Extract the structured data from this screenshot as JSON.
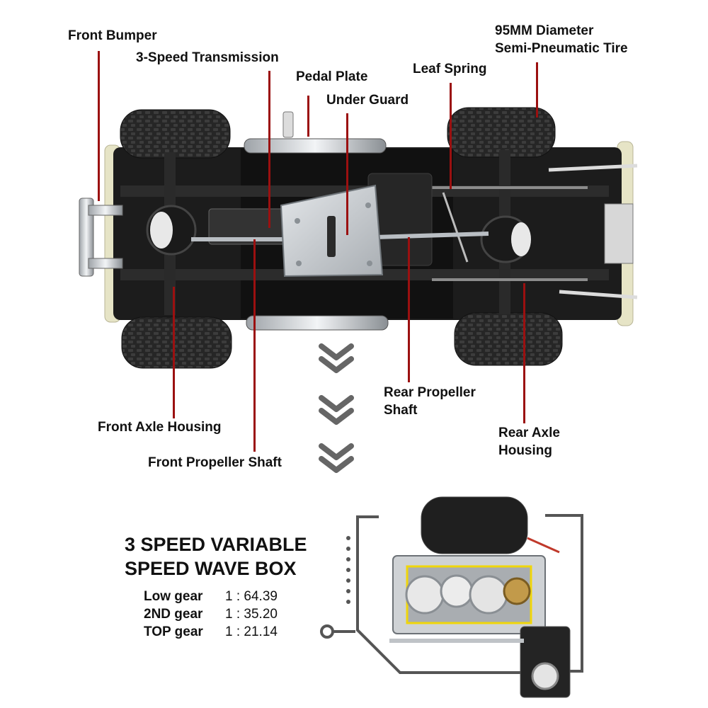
{
  "callouts": {
    "front_bumper": "Front Bumper",
    "transmission": "3-Speed Transmission",
    "pedal_plate": "Pedal Plate",
    "under_guard": "Under Guard",
    "leaf_spring": "Leaf Spring",
    "tire_line1": "95MM Diameter",
    "tire_line2": "Semi-Pneumatic Tire",
    "front_axle": "Front Axle Housing",
    "front_shaft": "Front Propeller Shaft",
    "rear_shaft_line1": "Rear Propeller",
    "rear_shaft_line2": "Shaft",
    "rear_axle_line1": "Rear Axle",
    "rear_axle_line2": "Housing"
  },
  "gearbox": {
    "title_line1": "3 SPEED VARIABLE",
    "title_line2": "SPEED WAVE BOX",
    "gears": [
      {
        "name": "Low gear",
        "ratio": "1 : 64.39"
      },
      {
        "name": "2ND gear",
        "ratio": "1 : 35.20"
      },
      {
        "name": "TOP gear",
        "ratio": "1 : 21.14"
      }
    ]
  },
  "colors": {
    "leader": "#9b1010",
    "chevron": "#666666",
    "chassis": "#1c1c1c",
    "tire": "#222222",
    "metal": "#c9cdd1"
  }
}
